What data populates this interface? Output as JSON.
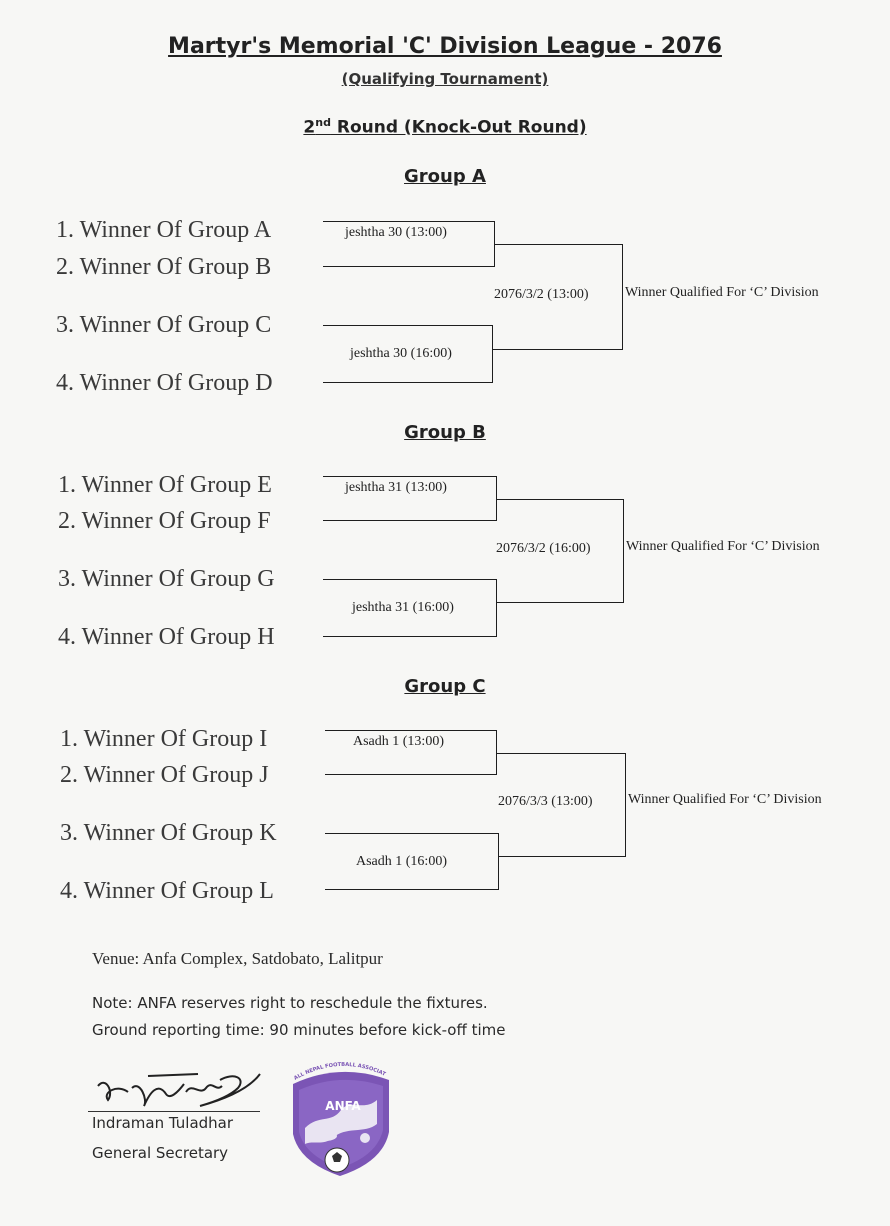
{
  "header": {
    "title": "Martyr's Memorial 'C' Division League - 2076",
    "subtitle": "(Qualifying Tournament)",
    "round_prefix": "2",
    "round_sup": "nd",
    "round_rest": " Round (Knock-Out Round)"
  },
  "groups": [
    {
      "heading": "Group A",
      "teams": [
        "1. Winner Of Group A",
        "2. Winner Of Group B",
        "3. Winner Of Group C",
        "4. Winner Of Group D"
      ],
      "match1": "jeshtha 30 (13:00)",
      "match2": "jeshtha 30 (16:00)",
      "final": "2076/3/2 (13:00)",
      "result": "Winner Qualified For ‘C’ Division"
    },
    {
      "heading": "Group B",
      "teams": [
        "1. Winner Of Group E",
        "2. Winner Of Group F",
        "3. Winner Of Group G",
        "4. Winner Of Group H"
      ],
      "match1": "jeshtha 31 (13:00)",
      "match2": "jeshtha 31 (16:00)",
      "final": "2076/3/2 (16:00)",
      "result": "Winner Qualified For ‘C’ Division"
    },
    {
      "heading": "Group C",
      "teams": [
        "1. Winner Of Group I",
        "2. Winner Of Group J",
        "3. Winner Of Group K",
        "4. Winner Of Group L"
      ],
      "match1": "Asadh 1 (13:00)",
      "match2": "Asadh 1 (16:00)",
      "final": "2076/3/3 (13:00)",
      "result": "Winner Qualified For ‘C’ Division"
    }
  ],
  "footer": {
    "venue": "Venue: Anfa Complex, Satdobato, Lalitpur",
    "note": "Note: ANFA reserves right to reschedule the fixtures.",
    "reporting": "Ground reporting time: 90 minutes before kick-off time",
    "signatory_name": "Indraman Tuladhar",
    "signatory_title": "General Secretary"
  },
  "logo": {
    "text": "ANFA",
    "arc_text": "ALL NEPAL FOOTBALL ASSOCIATION",
    "color": "#7b55b5"
  },
  "colors": {
    "ink": "#1e1e1e",
    "paper": "#f7f7f5",
    "logo_purple": "#7b55b5"
  }
}
